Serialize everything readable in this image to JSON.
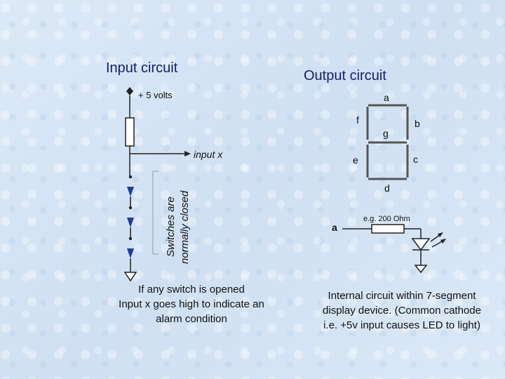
{
  "input": {
    "title": "Input circuit",
    "supply_label": "+ 5 volts",
    "output_label": "input x",
    "switches_note_line1": "Switches are",
    "switches_note_line2": "normally closed",
    "caption_line1": "If any switch is opened",
    "caption_line2": "Input x goes high to indicate an",
    "caption_line3": "alarm condition"
  },
  "output": {
    "title": "Output circuit",
    "segments": {
      "a": "a",
      "b": "b",
      "c": "c",
      "d": "d",
      "e": "e",
      "f": "f",
      "g": "g"
    },
    "resistor_label": "e.g. 200 Ohm",
    "input_label": "a",
    "caption_line1": "Internal circuit within 7-segment",
    "caption_line2": "display device. (Common cathode",
    "caption_line3": "i.e. +5v input causes LED to light)"
  },
  "colors": {
    "title": "#1a1a6e",
    "wire": "#222222",
    "arrow": "#1f3d99",
    "segment": "#555555"
  }
}
